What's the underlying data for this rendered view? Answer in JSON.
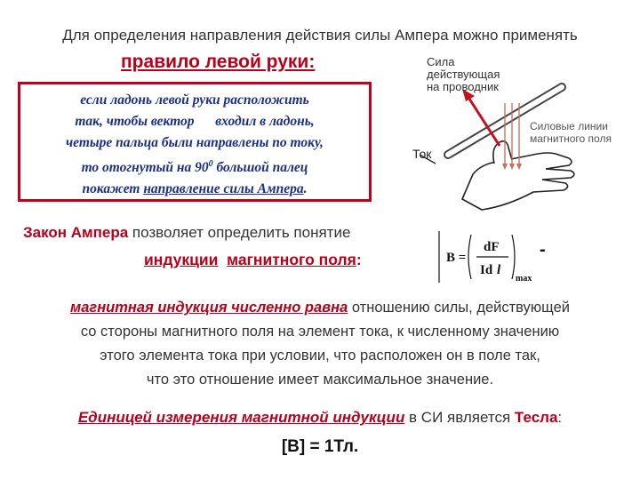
{
  "intro": "Для определения направления действия силы Ампера можно применять",
  "rule_title": "правило левой руки:",
  "rule": {
    "line1": "если ладонь левой руки расположить",
    "line2": "так, чтобы вектор",
    "line2b": "входил в ладонь,",
    "line3": "четыре пальца были направлены по току,",
    "line4a": "то отогнутый на 90",
    "line4sup": "0",
    "line4b": " большой палец",
    "line5a": "покажет ",
    "line5b": "направление силы Ампера",
    "line5c": "."
  },
  "figure": {
    "force_label_1": "Сила",
    "force_label_2": "действующая",
    "force_label_3": "на проводник",
    "field_label_1": "Силовые линии",
    "field_label_2": "магнитного поля",
    "current_label": "Ток"
  },
  "law": {
    "name": "Закон Ампера",
    "text": " позволяет определить понятие",
    "concept_1": "индукции",
    "concept_2": "магнитного поля",
    "colon": ":"
  },
  "formula": {
    "lhs": "B =",
    "numerator": "dF",
    "denominator_a": "Id",
    "denominator_b": "l",
    "subscript": "max",
    "dash": "-"
  },
  "definition": {
    "lead": "магнитная индукция численно равна",
    "line1_rest": " отношению силы, действующей",
    "line2": "со стороны магнитного поля на элемент тока, к численному значению",
    "line3": "этого элемента тока при условии, что расположен он в поле так,",
    "line4": "что это отношение имеет максимальное значение."
  },
  "unit": {
    "lead": "Единицей измерения магнитной индукции",
    "mid": " в СИ является ",
    "tesla": "Тесла",
    "colon": ":",
    "equation": "[B] = 1Тл."
  },
  "colors": {
    "accent_red": "#b8001b",
    "rule_blue": "#1a2f8c",
    "text_gray": "#333333"
  }
}
